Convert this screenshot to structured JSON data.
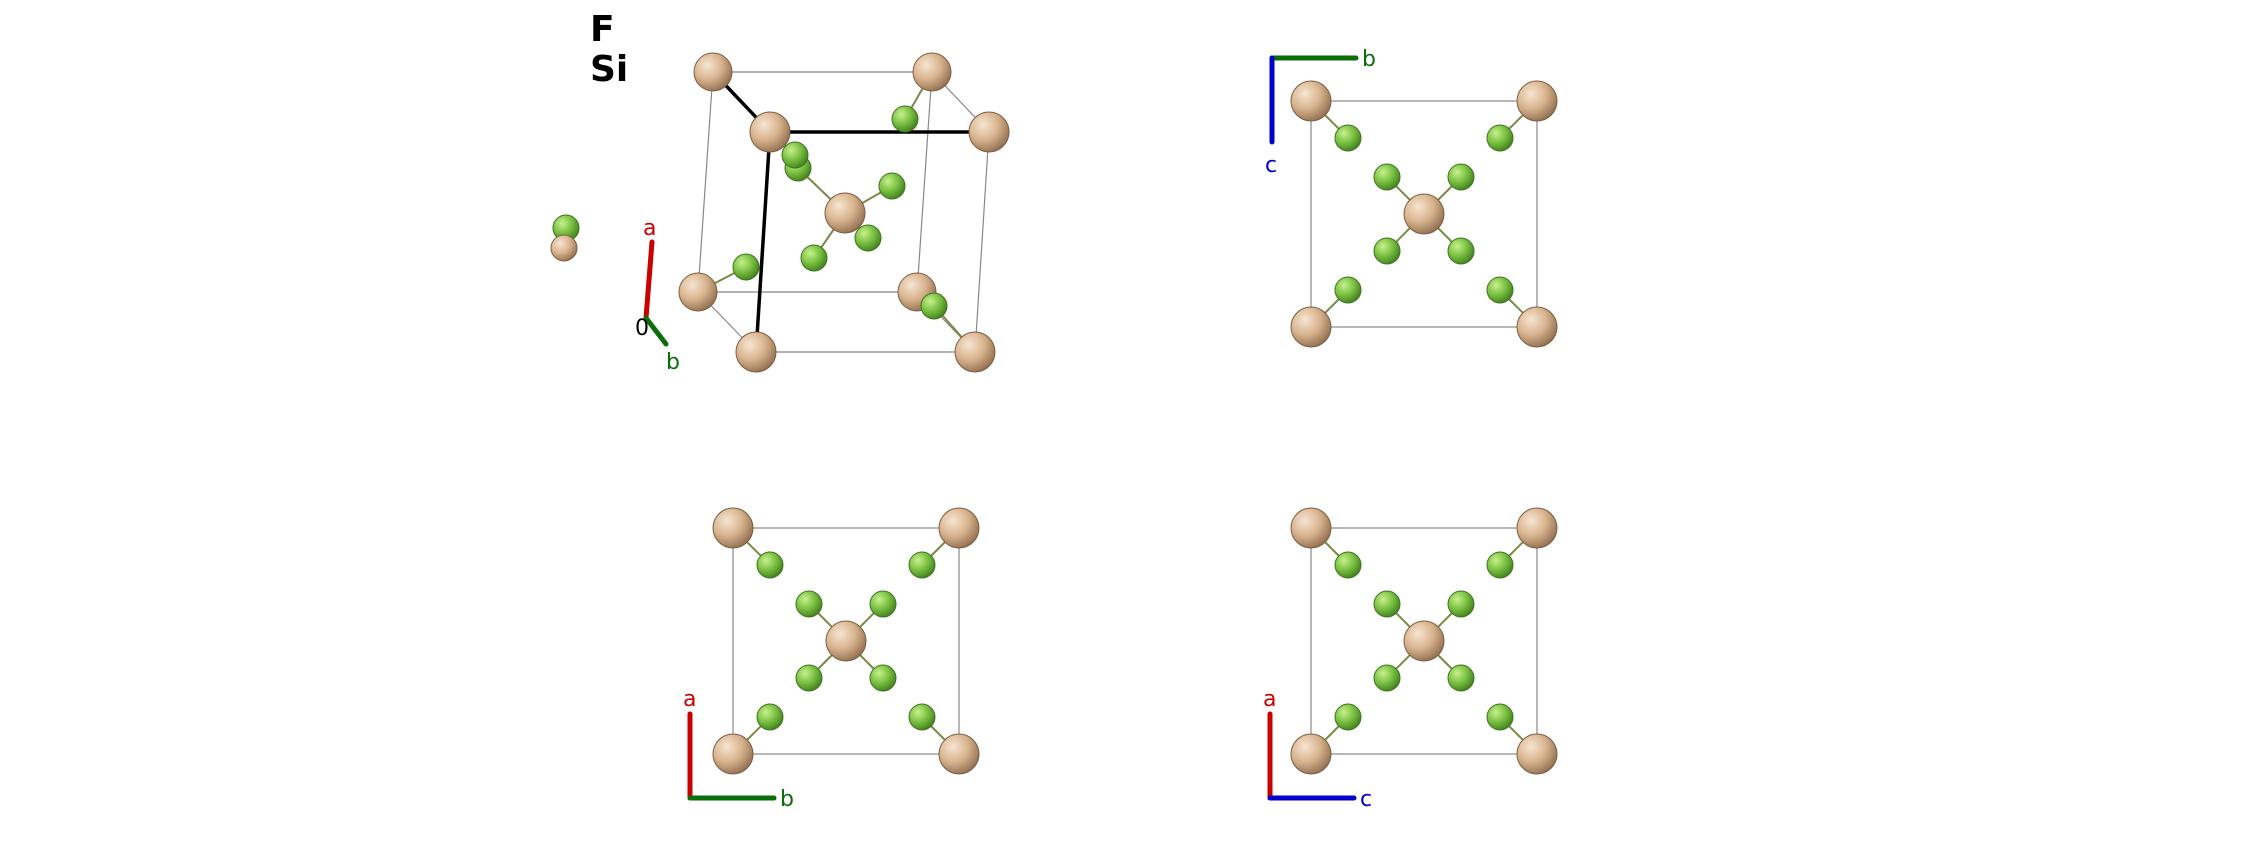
{
  "legend": {
    "elements": [
      "F",
      "Si"
    ]
  },
  "colors": {
    "F": "#7ac142",
    "Si": "#d9b48f",
    "axis_a": "#cc0000",
    "axis_b": "#0a6e0a",
    "axis_c": "#0000cc",
    "cell_edge": "#888888",
    "bond": "#7a8a45"
  },
  "views": [
    {
      "id": "perspective",
      "axes": [
        "a",
        "b"
      ],
      "origin_label": "0"
    },
    {
      "id": "view-bc",
      "axes": [
        "b",
        "c"
      ]
    },
    {
      "id": "view-ab",
      "axes": [
        "a",
        "b"
      ]
    },
    {
      "id": "view-ac",
      "axes": [
        "a",
        "c"
      ]
    }
  ]
}
